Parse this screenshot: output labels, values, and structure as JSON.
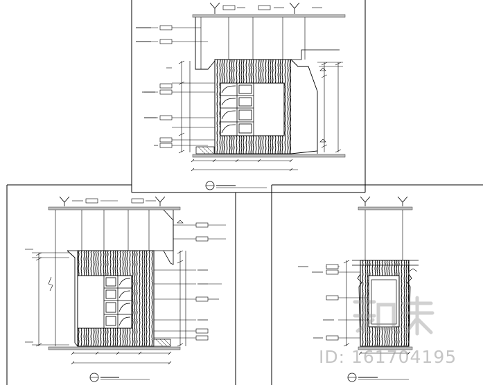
{
  "drawing": {
    "sheets": [
      "top-elevation",
      "left-elevation",
      "right-elevation"
    ],
    "colors": {
      "line": "#111111",
      "slab": "#bdbdbd",
      "label_box": "#ffffff",
      "watermark": "#9a9a9a"
    }
  },
  "watermark": {
    "logo_text": "知末",
    "id_text": "ID: 161704195"
  }
}
